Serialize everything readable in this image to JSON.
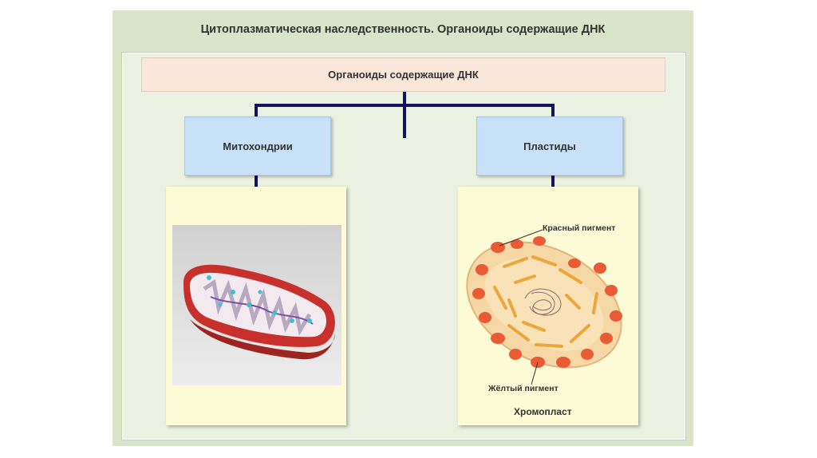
{
  "slide": {
    "title": "Цитоплазматическая наследственность. Органоиды содержащие ДНК"
  },
  "diagram": {
    "root_label": "Органоиды содержащие ДНК",
    "left_label": "Митохондрии",
    "right_label": "Пластиды"
  },
  "plastid_figure": {
    "label_red": "Красный пигмент",
    "label_yellow": "Жёлтый пигмент",
    "caption": "Хромопласт"
  },
  "colors": {
    "connector": "#14145e",
    "slide_bg": "#d9e4c8",
    "root_box": "#fae6da",
    "node_box": "#c8e0f8",
    "card_bg": "#fdfbd5"
  }
}
